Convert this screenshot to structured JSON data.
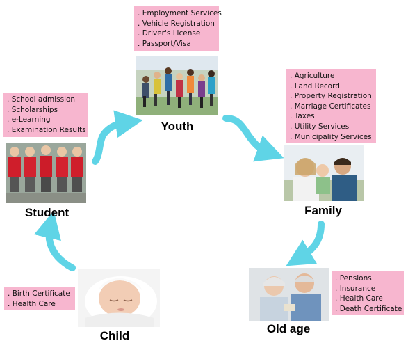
{
  "stages": {
    "child": {
      "label": "Child",
      "services": [
        "Birth Certificate",
        "Health Care"
      ]
    },
    "student": {
      "label": "Student",
      "services": [
        "School admission",
        "Scholarships",
        "e-Learning",
        "Examination Results"
      ]
    },
    "youth": {
      "label": "Youth",
      "services": [
        "Employment Services",
        "Vehicle Registration",
        "Driver's License",
        "Passport/Visa"
      ]
    },
    "family": {
      "label": "Family",
      "services": [
        "Agriculture",
        "Land Record",
        "Property Registration",
        "Marriage Certificates",
        "Taxes",
        "Utility Services",
        "Municipality Services"
      ]
    },
    "old_age": {
      "label": "Old age",
      "services": [
        "Pensions",
        "Insurance",
        "Health Care",
        "Death Certificate"
      ]
    }
  },
  "colors": {
    "box": "#f7b6cf",
    "arrow": "#5fd4e6"
  }
}
